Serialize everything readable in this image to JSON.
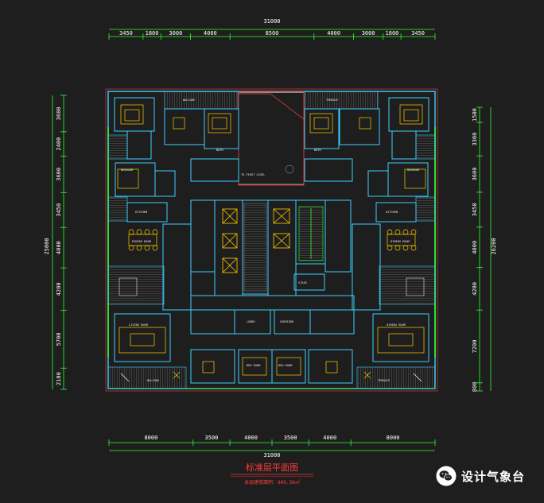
{
  "drawing": {
    "top_dims": {
      "overall": "31000",
      "segments": [
        "3450",
        "1800",
        "3000",
        "4000",
        "8500",
        "4000",
        "3000",
        "1800",
        "3450"
      ]
    },
    "bottom_dims": {
      "overall": "31000",
      "segments": [
        "8000",
        "3500",
        "4000",
        "3500",
        "4000",
        "8000"
      ]
    },
    "left_dims": {
      "overall": "25000",
      "segments": [
        "3600",
        "2400",
        "3600",
        "3450",
        "4000",
        "4200",
        "5700",
        "2100"
      ]
    },
    "right_dims": {
      "overall": "26200",
      "segments": [
        "1500",
        "3300",
        "3600",
        "3450",
        "4000",
        "4200",
        "7200",
        "800"
      ]
    },
    "title": "标准层平面图",
    "subtitle": "本层建筑面积：806.36㎡",
    "room_labels": {
      "balcony_l": "BALCONY",
      "terrace_r": "TERRACE",
      "void": "TO FIRST LEVEL",
      "bath_l": "BATH",
      "bath_r": "BATH",
      "kitchen_l": "KITCHEN",
      "kitchen_r": "KITCHEN",
      "dining_l": "DINING ROOM",
      "dining_r": "DINING ROOM",
      "bedroom_l": "BEDROOM",
      "bedroom_r": "BEDROOM",
      "living_l": "LIVING ROOM",
      "living_r": "DINING ROOM",
      "balcony_bl": "BALCONY",
      "terrace_br": "TERRACE",
      "lobby": "LOBBY",
      "corridor": "CORRIDOR",
      "stair": "STAIR",
      "bed2_l": "BED ROOM",
      "bed2_r": "BED ROOM"
    },
    "colors": {
      "background": "#1e1e1e",
      "wall": "#3ad0ff",
      "window": "#2cff2c",
      "furniture": "#ffcc00",
      "dimension": "#2cff2c",
      "hatch": "#8a8a8a",
      "title": "#ff3b3b",
      "boundary": "#ff3b3b"
    }
  },
  "watermark": {
    "text": "设计气象台",
    "icon": "wechat-icon"
  }
}
